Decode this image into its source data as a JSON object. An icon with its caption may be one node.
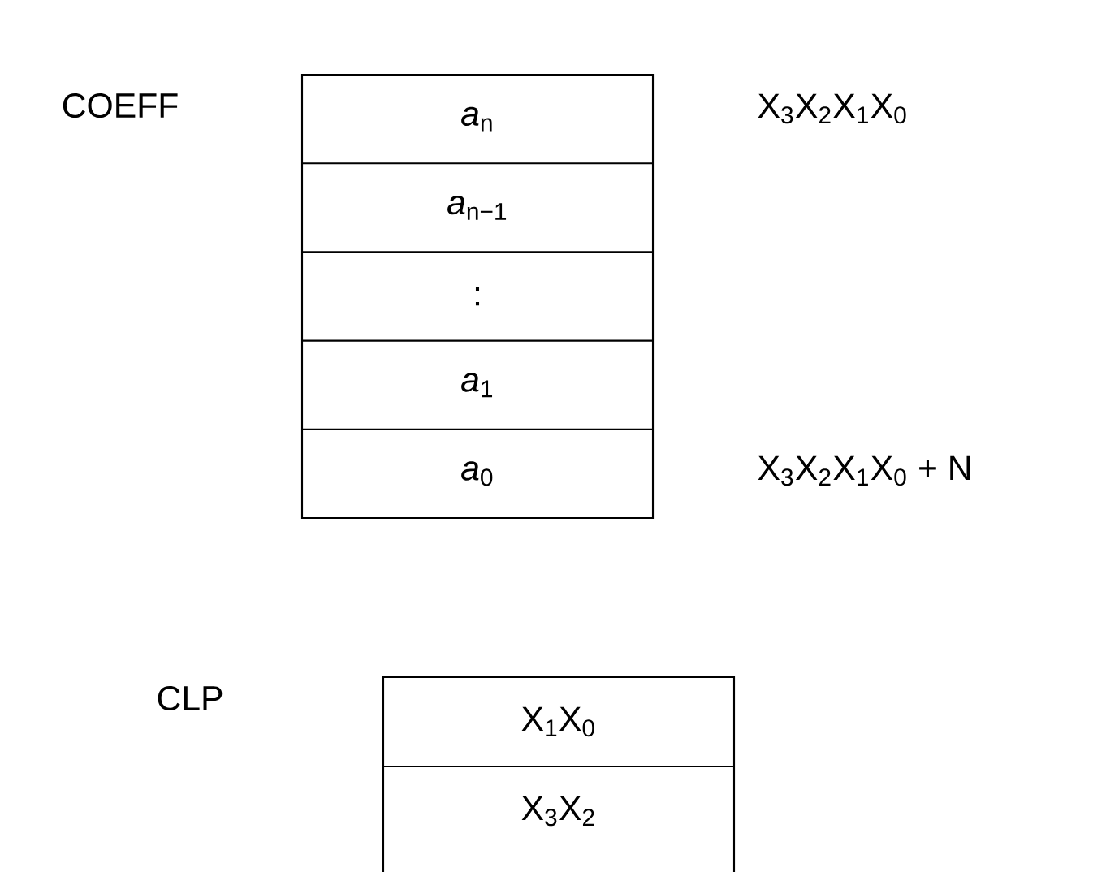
{
  "diagram": {
    "nodes": [
      {
        "text": [
          "COEFF"
        ]
      },
      {
        "text": [
          "*a*$_{n}$"
        ],
        "in": 0
      },
      {
        "text": [
          "*a*$_{n−1}$"
        ],
        "in": 0
      },
      {
        "text": [
          ":"
        ],
        "in": 0
      },
      {
        "text": [
          "*a*$_{1}$"
        ],
        "in": 0
      },
      {
        "text": [
          "*a*$_{0}$"
        ],
        "in": 0
      },
      {
        "text": [
          "CLP"
        ]
      },
      {
        "text": [
          "X$_{1}$X$_{0}$"
        ],
        "in": 6
      },
      {
        "text": [
          "X$_{3}$X$_{2}$"
        ],
        "in": 6
      }
    ],
    "labels": [
      "X$_{3}$X$_{2}$X$_{1}$X$_{0}$",
      "X$_{3}$X$_{2}$X$_{1}$X$_{0}$ + N"
    ]
  }
}
